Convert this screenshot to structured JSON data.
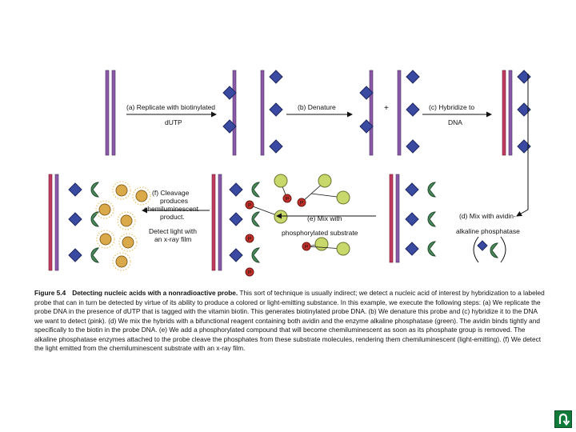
{
  "labels": {
    "a_line1": "(a) Replicate with biotinylated",
    "a_line2": "dUTP",
    "b": "(b) Denature",
    "plus": "+",
    "c_line1": "(c) Hybridize to",
    "c_line2": "DNA",
    "d_line1": "(d) Mix with avidin-",
    "d_line2": "alkaline phosphatase",
    "e_line1": "(e) Mix with",
    "e_line2": "phosphorylated substrate",
    "f1_line1": "(f) Cleavage",
    "f1_line2": "produces",
    "f1_line3": "chemiluminescent",
    "f1_line4": "product.",
    "f2_line1": "Detect light with",
    "f2_line2": "an x-ray film"
  },
  "phosphate_letter": "P",
  "caption": {
    "figure": "Figure 5.4",
    "title": "Detecting nucleic acids with a nonradioactive probe.",
    "body": " This sort of technique is usually indirect; we detect a nucleic acid of interest by hybridization to a labeled probe that can in turn be detected by virtue of its ability to produce a colored or light-emitting substance. In this example, we execute the following steps: (a) We replicate the probe DNA in the presence of dUTP that is tagged with the vitamin biotin. This generates biotinylated probe DNA. (b) We denature this probe and (c) hybridize it to the DNA we want to detect (pink). (d) We mix the hybrids with a bifunctional reagent containing both avidin and the enzyme alkaline phosphatase (green). The avidin binds tightly and specifically to the biotin in the probe DNA. (e) We add a phosphorylated compound that will become chemiluminescent as soon as its phosphate group is removed. The alkaline phosphatase enzymes attached to the probe cleave the phosphates from these substrate molecules, rendering them chemiluminescent (light-emitting). (f) We detect the light emitted from the chemiluminescent substrate with an x-ray film."
  },
  "colors": {
    "strand_purple": "#8a5aa8",
    "strand_pink": "#c23a60",
    "biotin_blue": "#3a4aa0",
    "enzyme_green": "#4a8a5a",
    "phosphate_red": "#c03028",
    "substrate_yellow": "#c8d86a",
    "glow_gold": "#d9a94a",
    "nav_green": "#0f7a3a"
  },
  "icons": {
    "biotin": "blue-diamond",
    "enzyme": "green-pacman",
    "substrate": "yellow-circle",
    "phosphate": "red-circle-p",
    "product": "glowing-orange-circle",
    "nav": "return-u-turn-icon"
  }
}
